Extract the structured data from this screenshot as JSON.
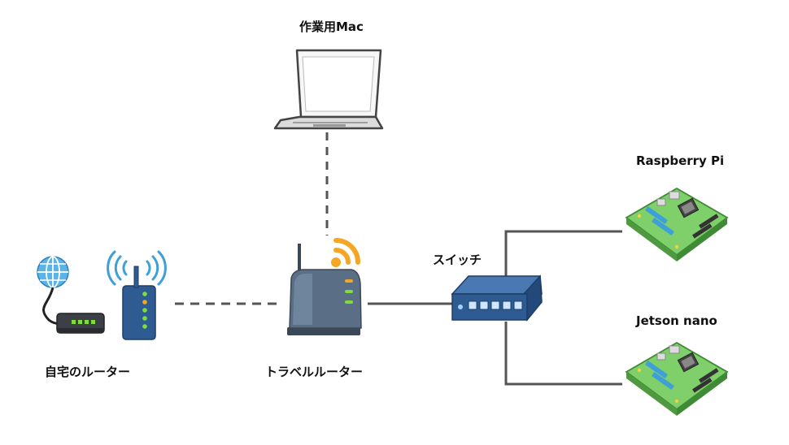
{
  "nodes": {
    "mac": {
      "label": "作業用Mac"
    },
    "home_router": {
      "label": "自宅のルーター"
    },
    "travel_router": {
      "label": "トラベルルーター"
    },
    "switch": {
      "label": "スイッチ"
    },
    "raspberry_pi": {
      "label": "Raspberry Pi"
    },
    "jetson": {
      "label": "Jetson nano"
    }
  },
  "connections": [
    {
      "from": "home_router",
      "to": "travel_router",
      "style": "wireless-dashed"
    },
    {
      "from": "mac",
      "to": "travel_router",
      "style": "wireless-dashed"
    },
    {
      "from": "travel_router",
      "to": "switch",
      "style": "wired-solid"
    },
    {
      "from": "switch",
      "to": "raspberry_pi",
      "style": "wired-solid"
    },
    {
      "from": "switch",
      "to": "jetson",
      "style": "wired-solid"
    }
  ],
  "colors": {
    "wire": "#555555",
    "router_body": "#5a6f86",
    "switch_body": "#2f5b93",
    "board": "#7fcf6a",
    "wifi_orange": "#f5a623",
    "wifi_blue": "#3f9fd8",
    "led_green": "#7fdc3c"
  }
}
